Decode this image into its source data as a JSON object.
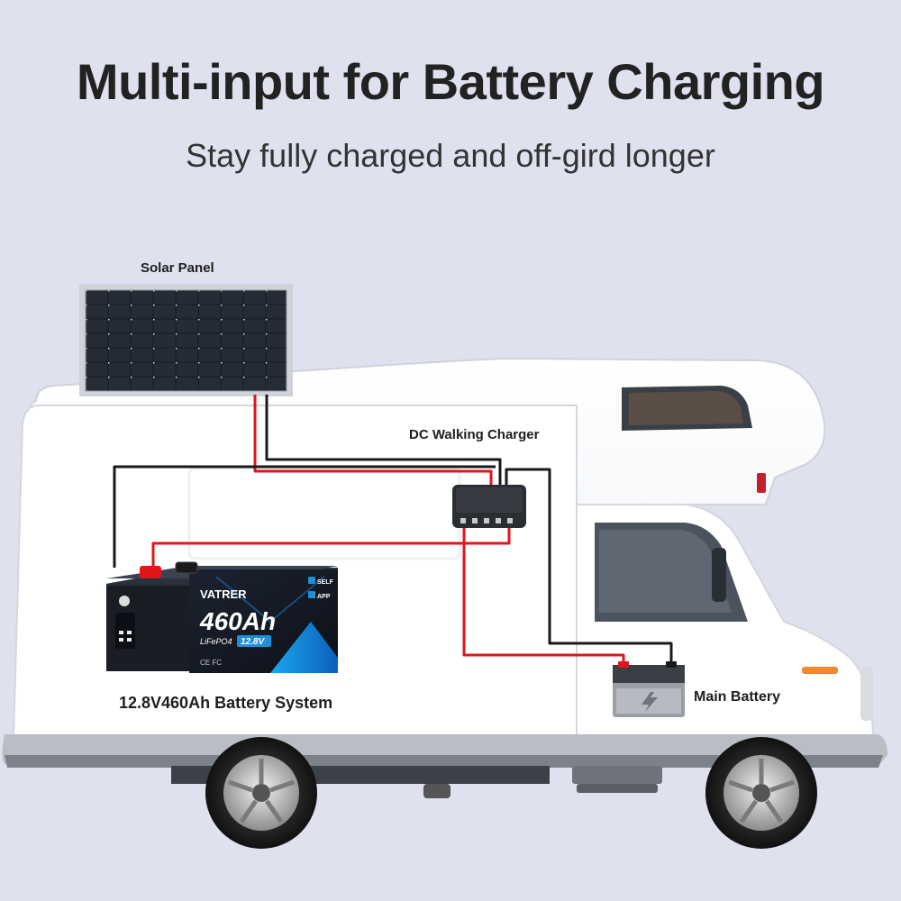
{
  "title": "Multi-input for Battery Charging",
  "subtitle": "Stay fully charged and off-gird longer",
  "labels": {
    "solar_panel": "Solar Panel",
    "dc_charger": "DC Walking Charger",
    "battery_system": "12.8V460Ah Battery System",
    "main_battery": "Main Battery"
  },
  "battery": {
    "brand": "VATRER",
    "capacity": "460Ah",
    "chemistry": "LiFePO4",
    "voltage": "12.8V",
    "badge_self": "SELF",
    "badge_app": "APP",
    "certs": "CE FC"
  },
  "colors": {
    "background": "#dfe1ee",
    "wire_positive": "#e3141b",
    "wire_negative": "#1a1a1a",
    "battery_accent": "#1f8fd8"
  }
}
